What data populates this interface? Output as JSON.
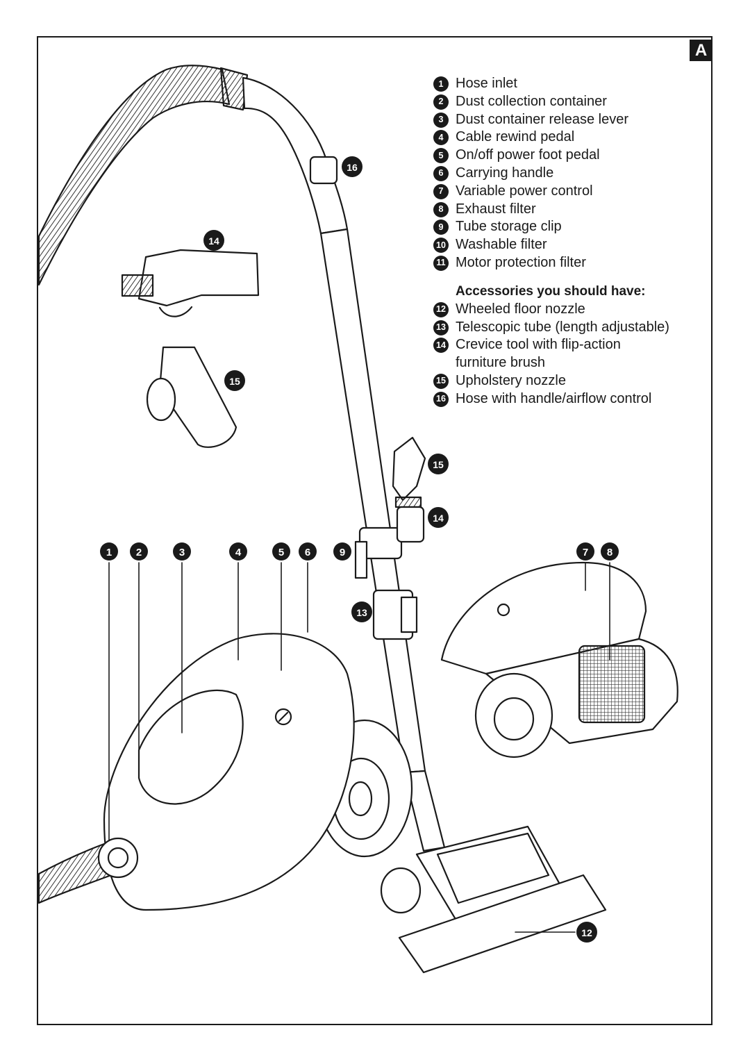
{
  "section_letter": "A",
  "parts": [
    {
      "num": "1",
      "label": "Hose inlet"
    },
    {
      "num": "2",
      "label": "Dust collection container"
    },
    {
      "num": "3",
      "label": "Dust container release lever"
    },
    {
      "num": "4",
      "label": "Cable rewind pedal"
    },
    {
      "num": "5",
      "label": "On/off power foot pedal"
    },
    {
      "num": "6",
      "label": "Carrying handle"
    },
    {
      "num": "7",
      "label": "Variable power control"
    },
    {
      "num": "8",
      "label": "Exhaust filter"
    },
    {
      "num": "9",
      "label": "Tube storage clip"
    },
    {
      "num": "10",
      "label": "Washable filter"
    },
    {
      "num": "11",
      "label": "Motor protection filter"
    }
  ],
  "accessories_heading": "Accessories you should have:",
  "accessories": [
    {
      "num": "12",
      "label": "Wheeled floor nozzle"
    },
    {
      "num": "13",
      "label": "Telescopic tube (length adjustable)"
    },
    {
      "num": "14",
      "label": "Crevice tool with flip-action",
      "label_cont": "furniture brush"
    },
    {
      "num": "15",
      "label": "Upholstery nozzle"
    },
    {
      "num": "16",
      "label": "Hose with handle/airflow control"
    }
  ],
  "callouts": {
    "c1": "1",
    "c2": "2",
    "c3": "3",
    "c4": "4",
    "c5": "5",
    "c6": "6",
    "c7": "7",
    "c8": "8",
    "c9": "9",
    "c12": "12",
    "c13": "13",
    "c14_tool": "14",
    "c14_clip": "14",
    "c15_tool": "15",
    "c15_clip": "15",
    "c16": "16"
  }
}
